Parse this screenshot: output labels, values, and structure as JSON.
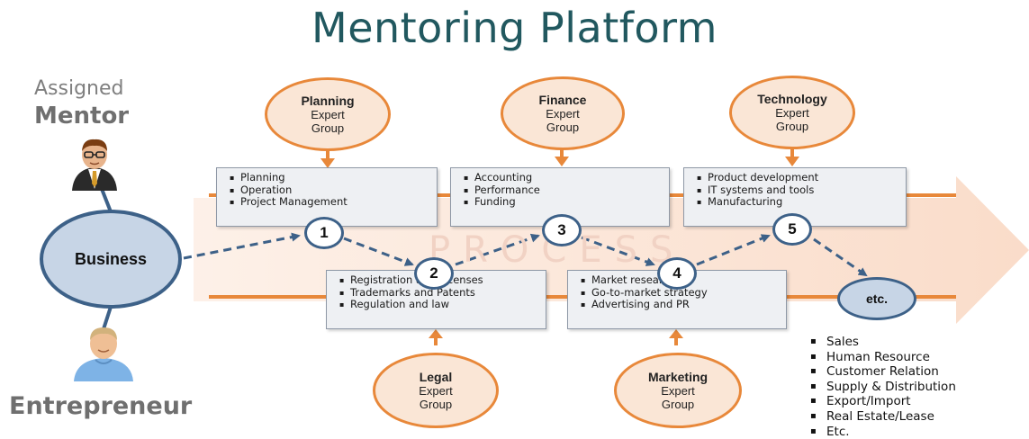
{
  "title": "Mentoring Platform",
  "mentor": {
    "label_top": "Assigned",
    "label_main": "Mentor"
  },
  "entrepreneur": {
    "label": "Entrepreneur"
  },
  "business": "Business",
  "process_label": "PROCESS",
  "experts": {
    "planning": {
      "name": "Planning",
      "line1": "Expert",
      "line2": "Group"
    },
    "finance": {
      "name": "Finance",
      "line1": "Expert",
      "line2": "Group"
    },
    "technology": {
      "name": "Technology",
      "line1": "Expert",
      "line2": "Group"
    },
    "legal": {
      "name": "Legal",
      "line1": "Expert",
      "line2": "Group"
    },
    "marketing": {
      "name": "Marketing",
      "line1": "Expert",
      "line2": "Group"
    }
  },
  "boxes": {
    "planning": [
      "Planning",
      "Operation",
      "Project Management"
    ],
    "finance": [
      "Accounting",
      "Performance",
      "Funding"
    ],
    "technology": [
      "Product development",
      "IT systems and tools",
      "Manufacturing"
    ],
    "legal": [
      "Registration and Licenses",
      "Trademarks and Patents",
      "Regulation and law"
    ],
    "marketing": [
      "Market research",
      "Go-to-market strategy",
      "Advertising and PR"
    ]
  },
  "steps": [
    "1",
    "2",
    "3",
    "4",
    "5"
  ],
  "etc": "etc.",
  "extras": [
    "Sales",
    "Human Resource",
    "Customer Relation",
    "Supply & Distribution",
    "Export/Import",
    "Real Estate/Lease",
    "Etc."
  ],
  "colors": {
    "title": "#21585f",
    "orange": "#e8883a",
    "navy": "#3d6188",
    "process_band": "#fbe3d4"
  }
}
